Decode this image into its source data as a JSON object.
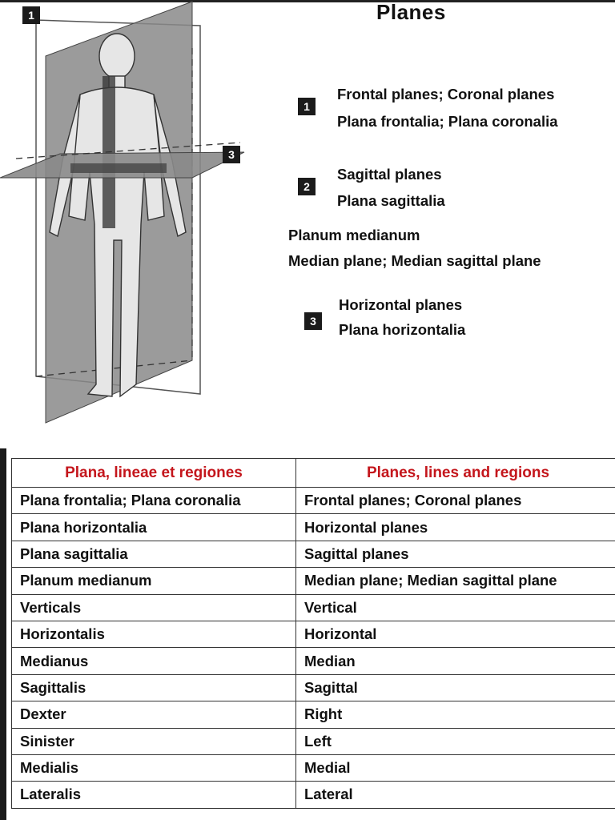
{
  "page": {
    "title": "Planes"
  },
  "figure": {
    "badges": {
      "frontal": "1",
      "horizontal": "3"
    }
  },
  "legend": {
    "frontal": {
      "number": "1",
      "line1": "Frontal planes;  Coronal planes",
      "line2": "Plana frontalia;  Plana coronalia"
    },
    "sagittal": {
      "number": "2",
      "line1": "Sagittal planes",
      "line2": "Plana sagittalia"
    },
    "median": {
      "line1": "Planum medianum",
      "line2": "Median plane; Median sagittal plane"
    },
    "horizontal": {
      "number": "3",
      "line1": "Horizontal planes",
      "line2": "Plana horizontalia"
    }
  },
  "table": {
    "headers": [
      "Plana, lineae et regiones",
      "Planes, lines and regions"
    ],
    "rows": [
      [
        "Plana frontalia; Plana coronalia",
        "Frontal planes; Coronal planes"
      ],
      [
        "Plana horizontalia",
        "Horizontal planes"
      ],
      [
        "Plana sagittalia",
        "Sagittal planes"
      ],
      [
        "Planum medianum",
        "Median plane; Median sagittal plane"
      ],
      [
        "Verticals",
        "Vertical"
      ],
      [
        "Horizontalis",
        "Horizontal"
      ],
      [
        "Medianus",
        "Median"
      ],
      [
        "Sagittalis",
        "Sagittal"
      ],
      [
        "Dexter",
        "Right"
      ],
      [
        "Sinister",
        "Left"
      ],
      [
        "Medialis",
        "Medial"
      ],
      [
        "Lateralis",
        "Lateral"
      ]
    ]
  },
  "colors": {
    "header_text": "#c4161c",
    "plane_fill": "#8a8a8a",
    "badge_bg": "#1b1b1b"
  }
}
